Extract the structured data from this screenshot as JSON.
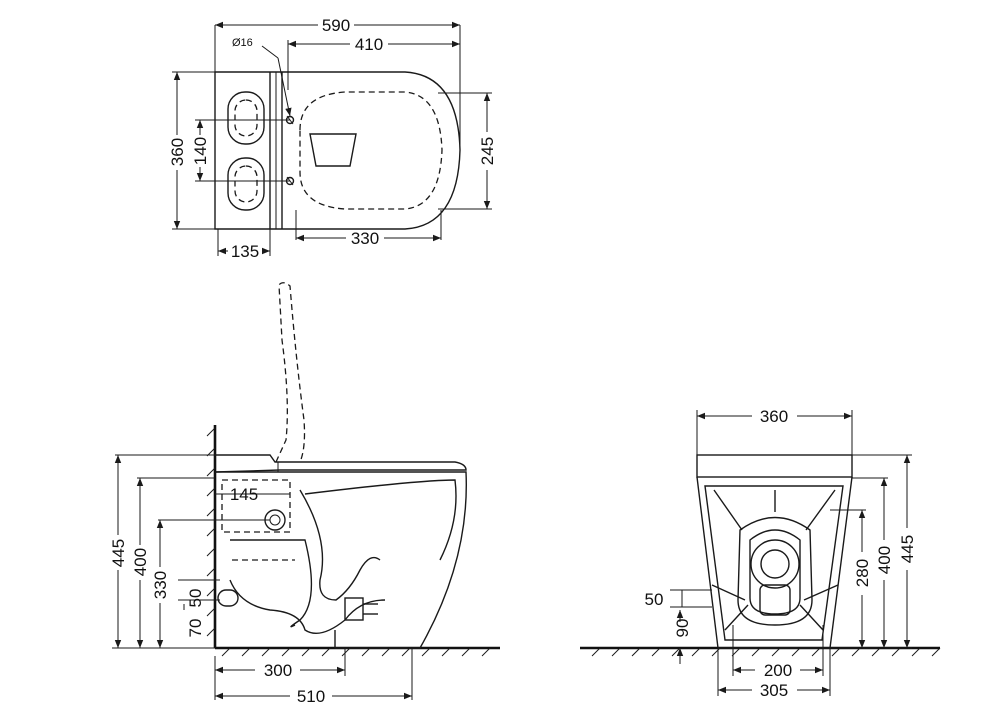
{
  "top_view": {
    "overall_length": "590",
    "seat_length": "410",
    "hole_diameter": "Ø16",
    "width": "360",
    "bolt_spacing": "140",
    "bowl_width": "245",
    "bowl_length": "330",
    "rear_depth": "135"
  },
  "side_view": {
    "pipe_offset": "145",
    "height_total": "445",
    "height_rim": "400",
    "height_outlet": "330",
    "pipe_size_50": "50",
    "pipe_size_70": "70",
    "base_length": "300",
    "total_length": "510"
  },
  "front_view": {
    "width_top": "360",
    "height_inner": "280",
    "height_rim": "400",
    "height_total": "445",
    "side_50": "50",
    "base_90": "90",
    "base_inner": "200",
    "base_outer": "305"
  },
  "colors": {
    "line": "#1a1a1a",
    "background": "#ffffff"
  }
}
